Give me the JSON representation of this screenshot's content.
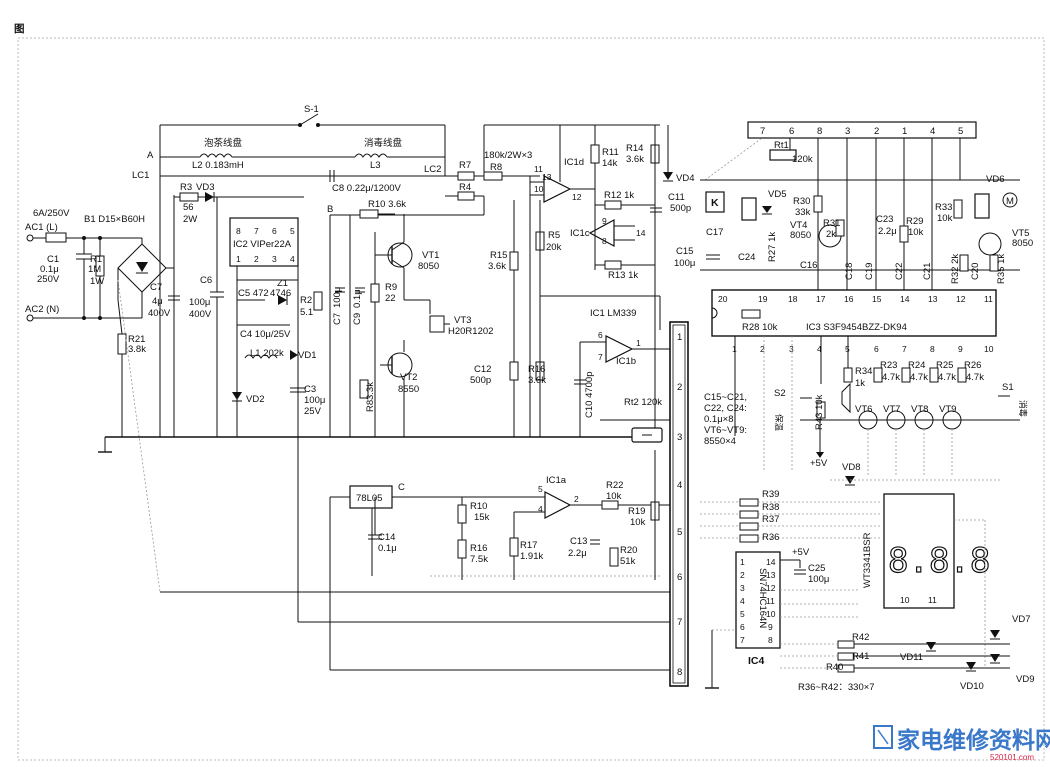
{
  "figure_tag": "图",
  "input": {
    "fuse": "6A/250V",
    "ac1": "AC1 (L)",
    "ac2": "AC2 (N)",
    "bridge": "B1 D15×B60H",
    "c1": "C1",
    "c1_val": "0.1μ",
    "c1_v": "250V",
    "r1": "R1",
    "r1_val": "1M",
    "r1_w": "1W",
    "r21": "R21",
    "r21_val": "3.8k"
  },
  "coils": {
    "node_a": "A",
    "node_lc1": "LC1",
    "node_lc2": "LC2",
    "node_b": "B",
    "node_c": "C",
    "switch": "S-1",
    "coil1_name": "泡茶线盘",
    "l2": "L2 0.183mH",
    "coil2_name": "消毒线盘",
    "l3": "L3",
    "c8": "C8 0.22μ/1200V",
    "r7": "R7",
    "r4": "R4",
    "r8": "R8",
    "r8_val": "180k/2W×3"
  },
  "power": {
    "r3": "R3",
    "r3_val": "56",
    "r3_w": "2W",
    "vd3": "VD3",
    "c7": "C7",
    "c7_val": "4μ",
    "c7_v": "400V",
    "c6": "C6",
    "c6_val": "100μ",
    "c6_v": "400V",
    "ic2": "IC2 VIPer22A",
    "ic2_pins_top": [
      "8",
      "7",
      "6",
      "5"
    ],
    "ic2_pins_bot": [
      "1",
      "2",
      "3",
      "4"
    ],
    "c5": "C5 472",
    "z1": "Z1",
    "z1_val": "4746",
    "r2": "R2",
    "r2_val": "5.1",
    "c4": "C4 10μ/25V",
    "l1": "L1 202k",
    "vd1": "VD1",
    "vd2": "VD2",
    "c3": "C3",
    "c3_val": "100μ",
    "c3_v": "25V"
  },
  "driver": {
    "r10": "R10 3.6k",
    "vt1": "VT1",
    "vt1_val": "8050",
    "c7b": "C7",
    "c7b_val": "100μ",
    "c9": "C9",
    "c9_val": "0.1μ",
    "r9": "R9",
    "r9_val": "22",
    "vt3": "VT3",
    "vt3_val": "H20R1202",
    "vt2": "VT2",
    "vt2_val": "8550",
    "r8b": "R8",
    "r8b_val": "3.3k"
  },
  "comparators": {
    "ic1d": "IC1d",
    "ic1c": "IC1c",
    "ic1b": "IC1b",
    "ic1": "IC1 LM339",
    "ic1a": "IC1a",
    "r11": "R11",
    "r11_val": "14k",
    "r14": "R14",
    "r14_val": "3.6k",
    "r12": "R12 1k",
    "r13": "R13 1k",
    "r5": "R5",
    "r5_val": "20k",
    "r15": "R15",
    "r15_val": "3.6k",
    "c12": "C12",
    "c12_val": "500p",
    "r16": "R16",
    "r16_val": "3.6k",
    "c10": "C10 4700p",
    "c11": "C11",
    "c11_val": "500p",
    "vd4": "VD4",
    "rt2": "Rt2 120k",
    "pins": [
      "13",
      "11",
      "10",
      "12",
      "9",
      "8",
      "14",
      "6",
      "7",
      "1",
      "5",
      "4",
      "2"
    ]
  },
  "regulator": {
    "ic": "78L05",
    "c14": "C14",
    "c14_val": "0.1μ",
    "r10b": "R10",
    "r10b_val": "15k",
    "r16b": "R16",
    "r16b_val": "7.5k",
    "r17": "R17",
    "r17_val": "1.91k",
    "c13": "C13",
    "c13_val": "2.2μ",
    "r22": "R22",
    "r22_val": "10k",
    "r19": "R19",
    "r19_val": "10k",
    "r20": "R20",
    "r20_val": "51k"
  },
  "connector": {
    "pins": [
      "1",
      "2",
      "3",
      "4",
      "5",
      "6",
      "7",
      "8"
    ]
  },
  "control": {
    "top_pins": [
      "7",
      "6",
      "8",
      "3",
      "2",
      "1",
      "4",
      "5"
    ],
    "rt1": "Rt1",
    "rt1_val": "120k",
    "relay": "K",
    "vd5": "VD5",
    "c17": "C17",
    "c24": "C24",
    "r27": "R27 1k",
    "r30": "R30",
    "r30_val": "33k",
    "vt4": "VT4",
    "vt4_val": "8050",
    "r31": "R31",
    "r31_val": "2k",
    "c23": "C23",
    "c23_val": "2.2μ",
    "r29": "R29",
    "r29_val": "10k",
    "r33": "R33",
    "r33_val": "10k",
    "vd6": "VD6",
    "motor": "M",
    "vt5": "VT5",
    "vt5_val": "8050",
    "c15": "C15",
    "c15_val": "100μ",
    "c16": "C16",
    "c18": "C18",
    "c19": "C19",
    "c22": "C22",
    "c21": "C21",
    "r32": "R32 2k",
    "c20": "C20",
    "r35": "R35 1k",
    "ic3": "IC3 S3F9454BZZ-DK94",
    "ic3_top": [
      "20",
      "19",
      "18",
      "17",
      "16",
      "15",
      "14",
      "13",
      "12",
      "11"
    ],
    "ic3_bot": [
      "1",
      "2",
      "3",
      "4",
      "5",
      "6",
      "7",
      "8",
      "9",
      "10"
    ],
    "r28": "R28 10k",
    "r34": "R34",
    "r34_val": "1k",
    "r23": "R23",
    "r23_val": "4.7k",
    "r24": "R24",
    "r24_val": "4.7k",
    "r25": "R25",
    "r25_val": "4.7k",
    "r26": "R26",
    "r26_val": "4.7k",
    "s2": "S2",
    "s2_name": "保温",
    "s1": "S1",
    "s1_name": "消毒",
    "r43": "R43 10k",
    "vt6": "VT6",
    "vt7": "VT7",
    "vt8": "VT8",
    "vt9": "VT9",
    "plus5": "+5V",
    "note1": "C15~C21,",
    "note2": "C22, C24:",
    "note3": "0.1μ×8",
    "note4": "VT6~VT9:",
    "note5": "8550×4"
  },
  "display": {
    "vd8": "VD8",
    "r39": "R39",
    "r38": "R38",
    "r37": "R37",
    "r36": "R36",
    "c25": "C25",
    "c25_val": "100μ",
    "plus5": "+5V",
    "ic4": "IC4",
    "ic4_part": "SN74HC164N",
    "ic4_pins_l": [
      "1",
      "2",
      "3",
      "4",
      "5",
      "6",
      "7"
    ],
    "ic4_pins_r": [
      "14",
      "13",
      "12",
      "11",
      "10",
      "9",
      "8"
    ],
    "led": "WT3341BSR",
    "led_digits": "8.8.8",
    "led_pins": [
      "10",
      "11"
    ],
    "vd7": "VD7",
    "vd9": "VD9",
    "vd10": "VD10",
    "vd11": "VD11",
    "r42": "R42",
    "r41": "R41",
    "r40": "R40",
    "note": "R36~R42：330×7"
  },
  "watermark": {
    "text": "家电维修资料网",
    "url": "520101.com"
  }
}
